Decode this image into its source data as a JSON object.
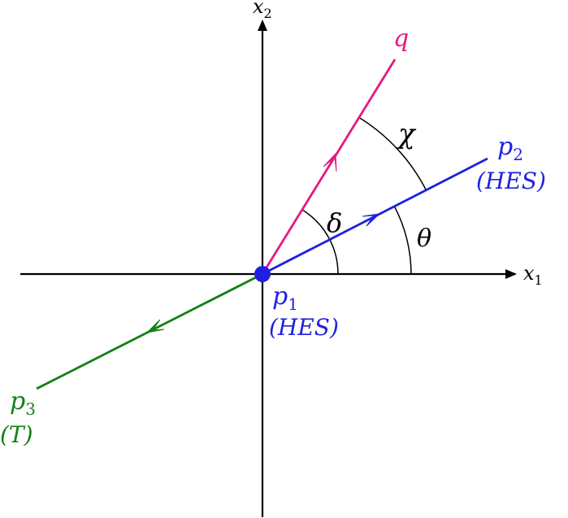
{
  "colors": {
    "axis": "#000000",
    "q": "#e6197f",
    "p2": "#1f1fe0",
    "p1": "#1f1fe0",
    "p3": "#138013",
    "angle": "#000000"
  },
  "axes": {
    "x1": {
      "base": "x",
      "sub": "1"
    },
    "x2": {
      "base": "x",
      "sub": "2"
    }
  },
  "vectors": {
    "q": {
      "label": "q"
    },
    "p2": {
      "base": "p",
      "sub": "2",
      "tag": "(HES)"
    },
    "p1": {
      "base": "p",
      "sub": "1",
      "tag": "(HES)"
    },
    "p3": {
      "base": "p",
      "sub": "3",
      "tag": "(T)"
    }
  },
  "angles": {
    "chi": "χ",
    "delta": "δ",
    "theta": "θ"
  }
}
